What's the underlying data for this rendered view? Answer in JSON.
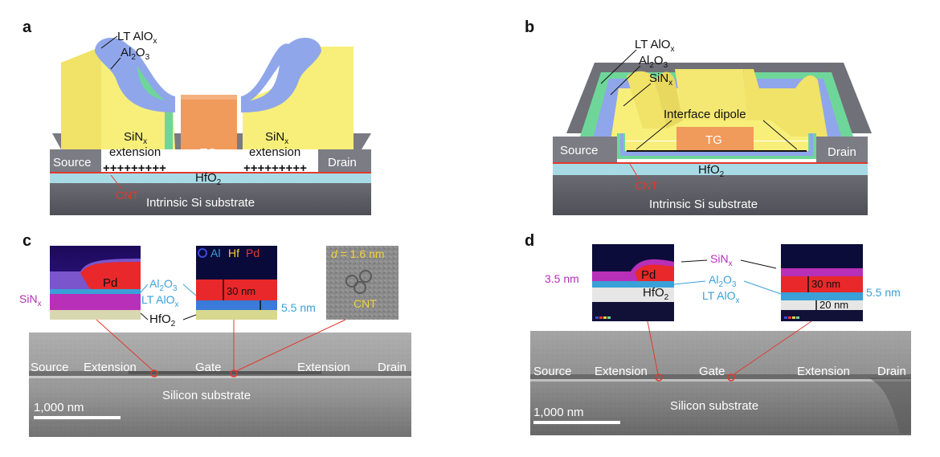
{
  "panels": {
    "a": {
      "label": "a",
      "lt_aloxA": "LT AlO",
      "lt_aloxB": "x",
      "al2o3A": "Al",
      "al2o3B": "2",
      "al2o3C": "O",
      "al2o3D": "3",
      "sinx_left_1": "SiN",
      "sinx_left_x": "x",
      "sinx_left_2": "extension",
      "sinx_right_1": "SiN",
      "sinx_right_x": "x",
      "sinx_right_2": "extension",
      "tg": "TG",
      "source": "Source",
      "drain": "Drain",
      "plus_left": "+++++++++",
      "plus_right": "+++++++++",
      "hfo2A": "HfO",
      "hfo2B": "2",
      "cnt": "CNT",
      "substrate": "Intrinsic Si substrate"
    },
    "b": {
      "label": "b",
      "lt_aloxA": "LT AlO",
      "lt_aloxB": "x",
      "al2o3A": "Al",
      "al2o3B": "2",
      "al2o3C": "O",
      "al2o3D": "3",
      "sinxA": "SiN",
      "sinxB": "x",
      "dipole": "Interface dipole",
      "tg": "TG",
      "source": "Source",
      "drain": "Drain",
      "hfo2A": "HfO",
      "hfo2B": "2",
      "cnt": "CNT",
      "substrate": "Intrinsic Si substrate"
    },
    "c": {
      "label": "c",
      "pd": "Pd",
      "legend_al": "Al",
      "legend_hf": "Hf",
      "legend_pd": "Pd",
      "al2o3A": "Al",
      "al2o3B": "2",
      "al2o3C": "O",
      "al2o3D": "3",
      "lt_aloxA": "LT AlO",
      "lt_aloxB": "x",
      "hfo2A": "HfO",
      "hfo2B": "2",
      "sinxA": "SiN",
      "sinxB": "x",
      "scale_30": "30 nm",
      "scale_55": "5.5 nm",
      "diam_d": "d",
      "diam_val": " = 1.6 nm",
      "cnt": "CNT",
      "source": "Source",
      "extension_left": "Extension",
      "gate": "Gate",
      "extension_right": "Extension",
      "drain": "Drain",
      "substrate": "Silicon substrate",
      "scalebar": "1,000 nm"
    },
    "d": {
      "label": "d",
      "sinxA": "SiN",
      "sinxB": "x",
      "thick_35": "3.5 nm",
      "pd": "Pd",
      "hfo2A": "HfO",
      "hfo2B": "2",
      "al2o3A": "Al",
      "al2o3B": "2",
      "al2o3C": "O",
      "al2o3D": "3",
      "lt_aloxA": "LT AlO",
      "lt_aloxB": "x",
      "scale_30": "30 nm",
      "scale_20": "20 nm",
      "scale_55": "5.5 nm",
      "source": "Source",
      "extension_left": "Extension",
      "gate": "Gate",
      "extension_right": "Extension",
      "drain": "Drain",
      "substrate": "Silicon substrate",
      "scalebar": "1,000 nm"
    }
  },
  "colors": {
    "sinx_yellow": "#f7ef7a",
    "al2o3_blue": "#8fa6ea",
    "lt_alox_green": "#6fd69a",
    "tg_orange": "#f09a5c",
    "substrate_gray": "#5e5e66",
    "hfo2_cyan": "#a8dbe6",
    "cnt_red": "#e03a2e",
    "eds_pd_red": "#e8282a",
    "eds_al_blue": "#3aa0d8",
    "eds_hf_yellow": "#f2d23a",
    "sinx_magenta": "#b82fb8"
  }
}
